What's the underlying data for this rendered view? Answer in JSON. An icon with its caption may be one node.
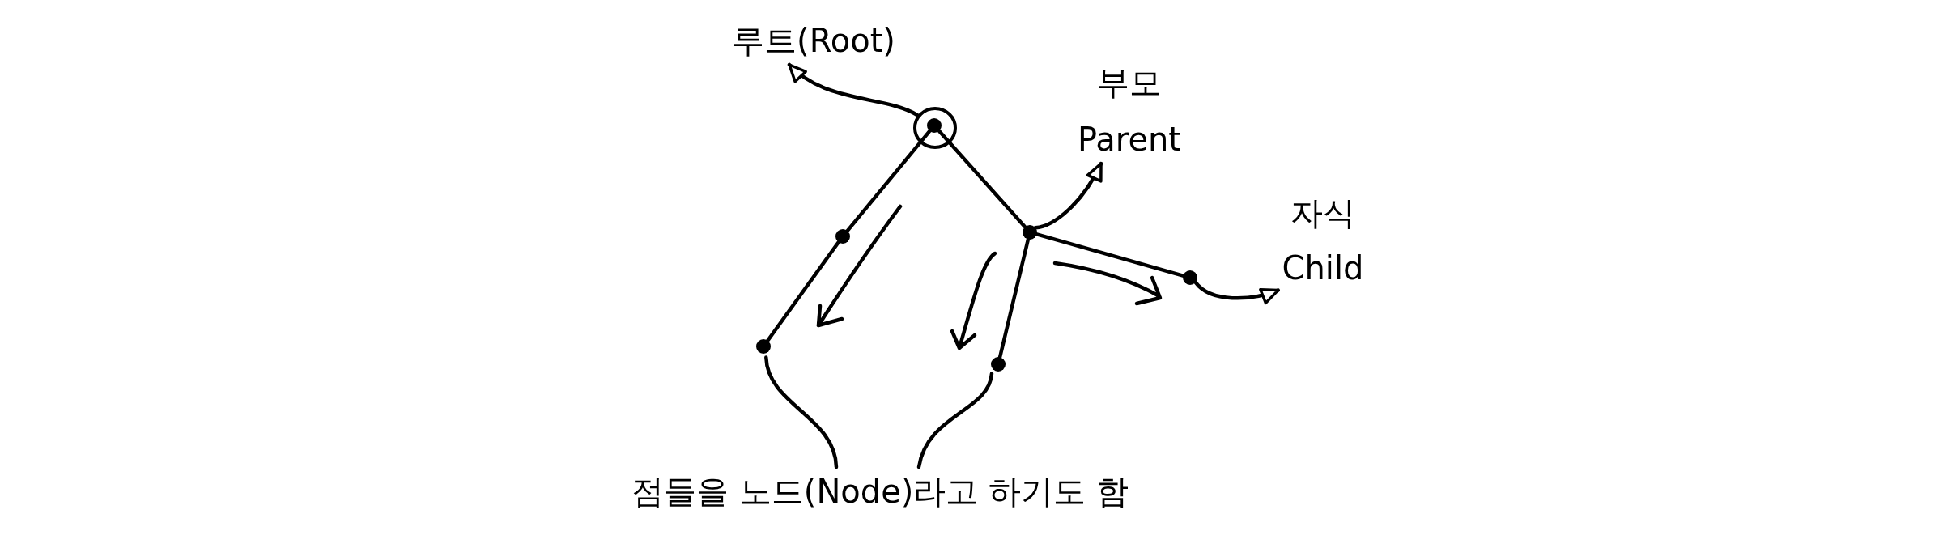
{
  "diagram": {
    "nodes": [
      {
        "text": [
          "루트(Root)"
        ]
      },
      {
        "text": [],
        "shape": "circle"
      },
      {
        "text": [],
        "shape": "circle",
        "in": 1
      },
      {
        "text": [
          "부모",
          "Parent"
        ]
      },
      {
        "text": [
          "자식",
          "Child"
        ]
      },
      {
        "text": [],
        "shape": "circle"
      },
      {
        "text": [],
        "shape": "circle"
      },
      {
        "text": [],
        "shape": "circle"
      },
      {
        "text": [],
        "shape": "circle"
      },
      {
        "text": [],
        "shape": "circle"
      },
      {
        "text": [
          "점들을 노드(Node)라고 하기도 함"
        ]
      }
    ],
    "edges": [
      {
        "from": 1,
        "to": 0,
        "arrow": "to"
      },
      {
        "from": 2,
        "to": 5,
        "arrow": "none"
      },
      {
        "from": 5,
        "to": 8,
        "arrow": "none"
      },
      {
        "from": 2,
        "to": 6,
        "arrow": "none"
      },
      {
        "from": 6,
        "to": 7,
        "arrow": "none"
      },
      {
        "from": 6,
        "to": 9,
        "arrow": "none"
      },
      {
        "from": 6,
        "to": 3,
        "arrow": "to"
      },
      {
        "from": 7,
        "to": 4,
        "arrow": "to"
      },
      {
        "from": 10,
        "to": 8,
        "arrow": "none"
      },
      {
        "from": 10,
        "to": 9,
        "arrow": "none"
      }
    ]
  }
}
